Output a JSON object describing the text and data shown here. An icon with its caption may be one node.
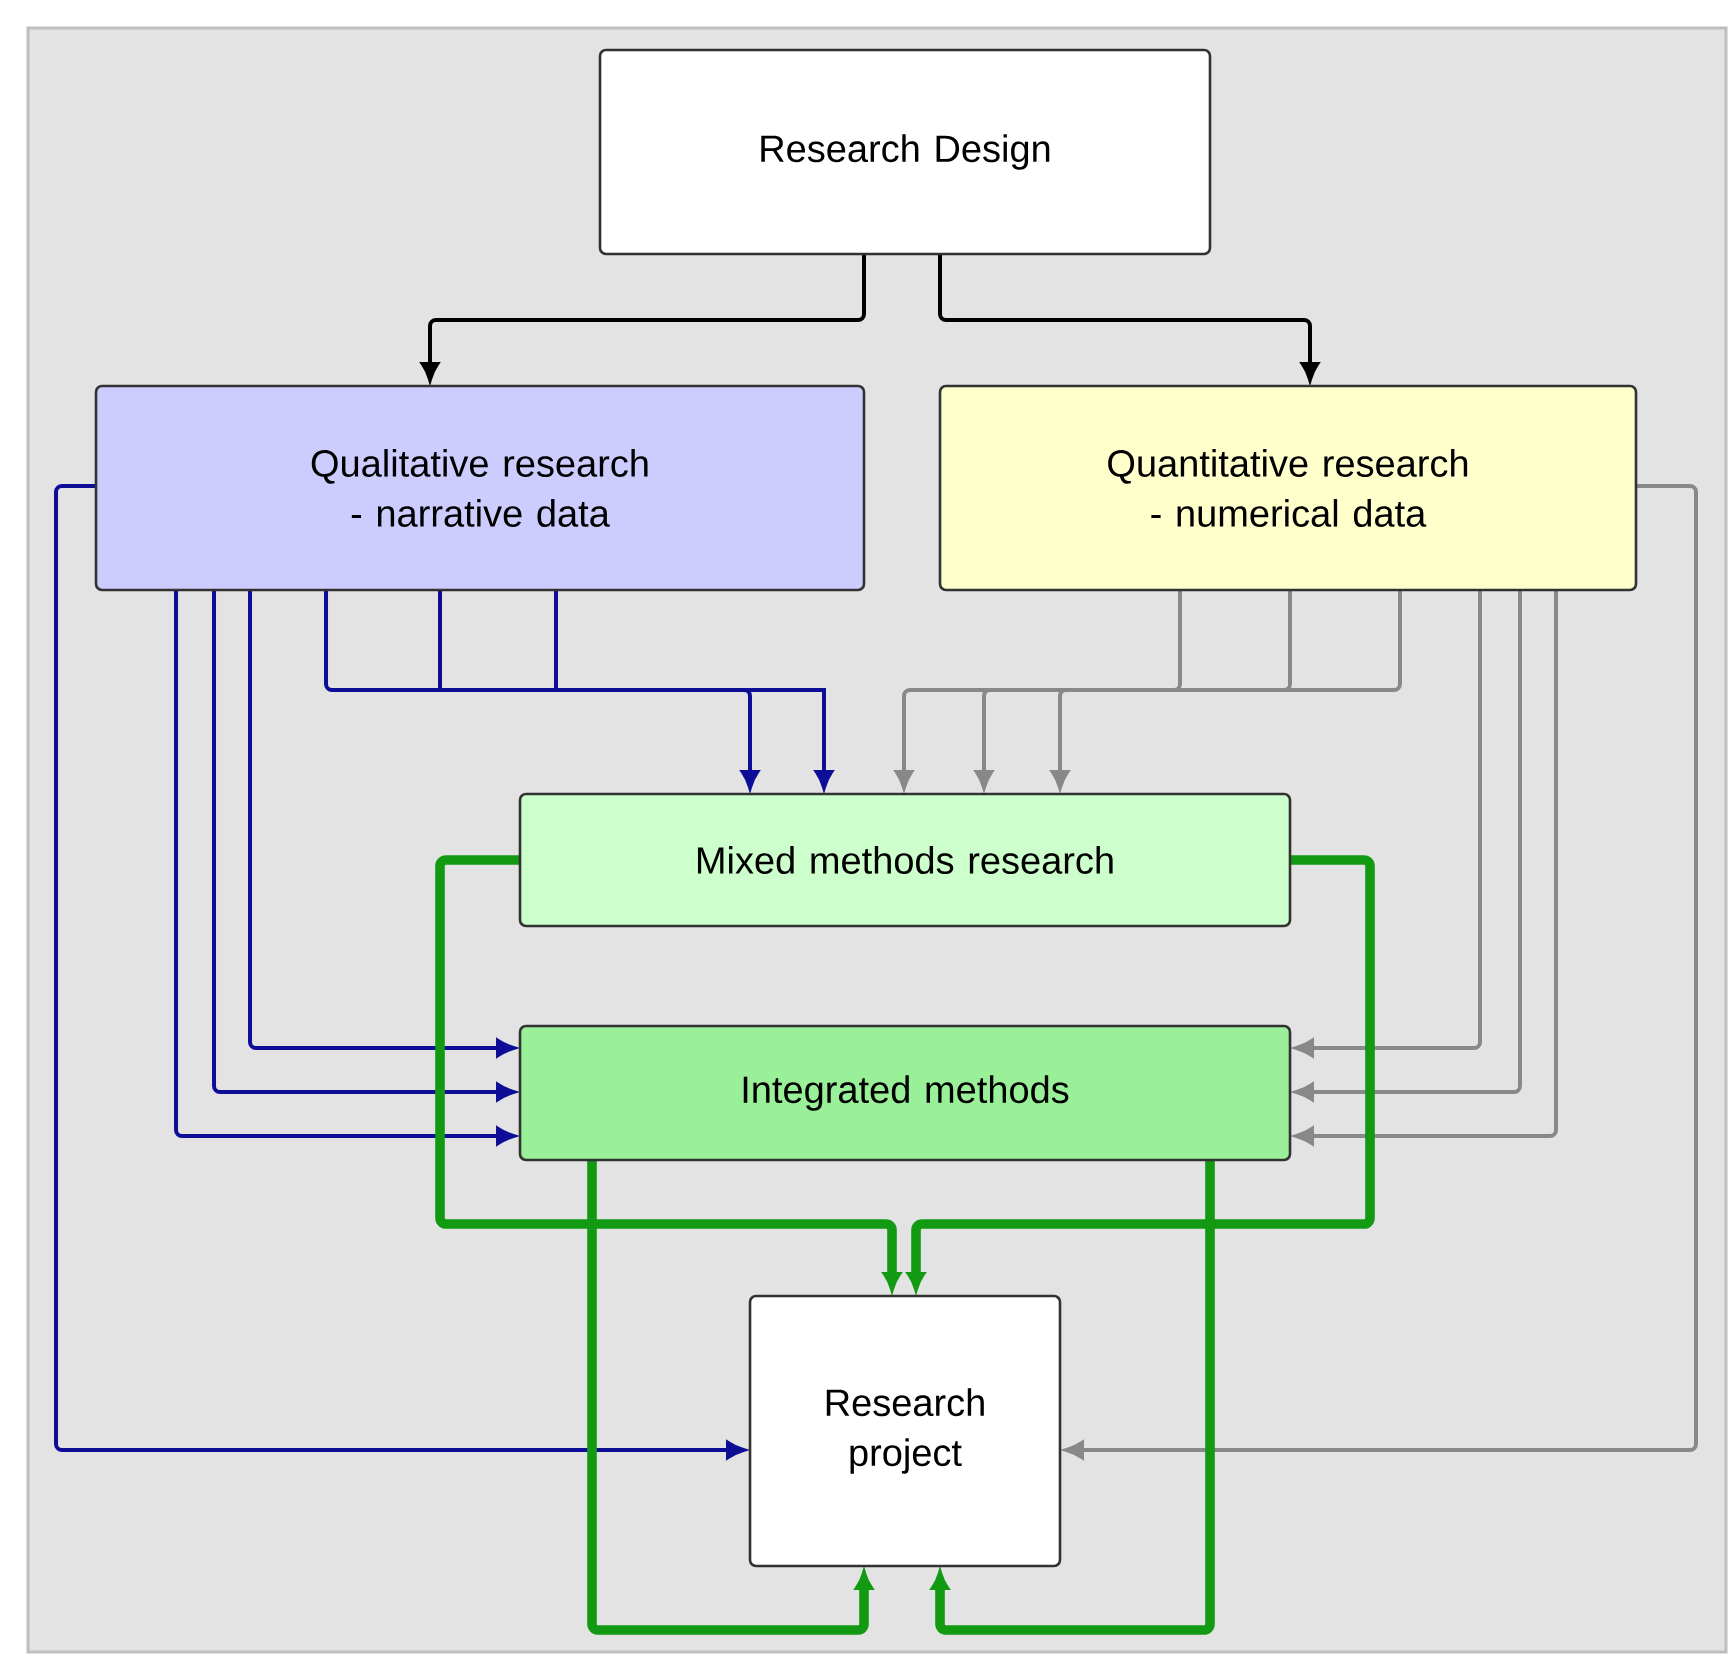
{
  "diagram": {
    "nodes": [
      {
        "text": [
          "Research Design"
        ]
      },
      {
        "text": [
          "Qualitative research - narrative data"
        ]
      },
      {
        "text": [
          "Quantitative research - numerical data"
        ]
      },
      {
        "text": [
          "Mixed methods research"
        ]
      },
      {
        "text": [
          "Integrated methods"
        ]
      },
      {
        "text": [
          "Research project"
        ]
      }
    ],
    "edges": [
      {
        "from": 0,
        "to": 1,
        "arrow": "to",
        "color": "#000000"
      },
      {
        "from": 0,
        "to": 2,
        "arrow": "to",
        "color": "#000000"
      },
      {
        "from": 1,
        "to": 3,
        "arrow": "to",
        "color": "#0d0d96"
      },
      {
        "from": 1,
        "to": 3,
        "arrow": "to",
        "color": "#0d0d96"
      },
      {
        "from": 2,
        "to": 3,
        "arrow": "to",
        "color": "#888888"
      },
      {
        "from": 2,
        "to": 3,
        "arrow": "to",
        "color": "#888888"
      },
      {
        "from": 2,
        "to": 3,
        "arrow": "to",
        "color": "#888888"
      },
      {
        "from": 1,
        "to": 4,
        "arrow": "to",
        "color": "#0d0d96"
      },
      {
        "from": 1,
        "to": 4,
        "arrow": "to",
        "color": "#0d0d96"
      },
      {
        "from": 1,
        "to": 4,
        "arrow": "to",
        "color": "#0d0d96"
      },
      {
        "from": 2,
        "to": 4,
        "arrow": "to",
        "color": "#888888"
      },
      {
        "from": 2,
        "to": 4,
        "arrow": "to",
        "color": "#888888"
      },
      {
        "from": 2,
        "to": 4,
        "arrow": "to",
        "color": "#888888"
      },
      {
        "from": 1,
        "to": 5,
        "arrow": "to",
        "color": "#0d0d96"
      },
      {
        "from": 2,
        "to": 5,
        "arrow": "to",
        "color": "#888888"
      },
      {
        "from": 3,
        "to": 5,
        "arrow": "to",
        "style": "thick",
        "color": "#139a13"
      },
      {
        "from": 3,
        "to": 5,
        "arrow": "to",
        "style": "thick",
        "color": "#139a13"
      },
      {
        "from": 4,
        "to": 5,
        "arrow": "to",
        "style": "thick",
        "color": "#139a13"
      },
      {
        "from": 4,
        "to": 5,
        "arrow": "to",
        "style": "thick",
        "color": "#139a13"
      }
    ]
  }
}
